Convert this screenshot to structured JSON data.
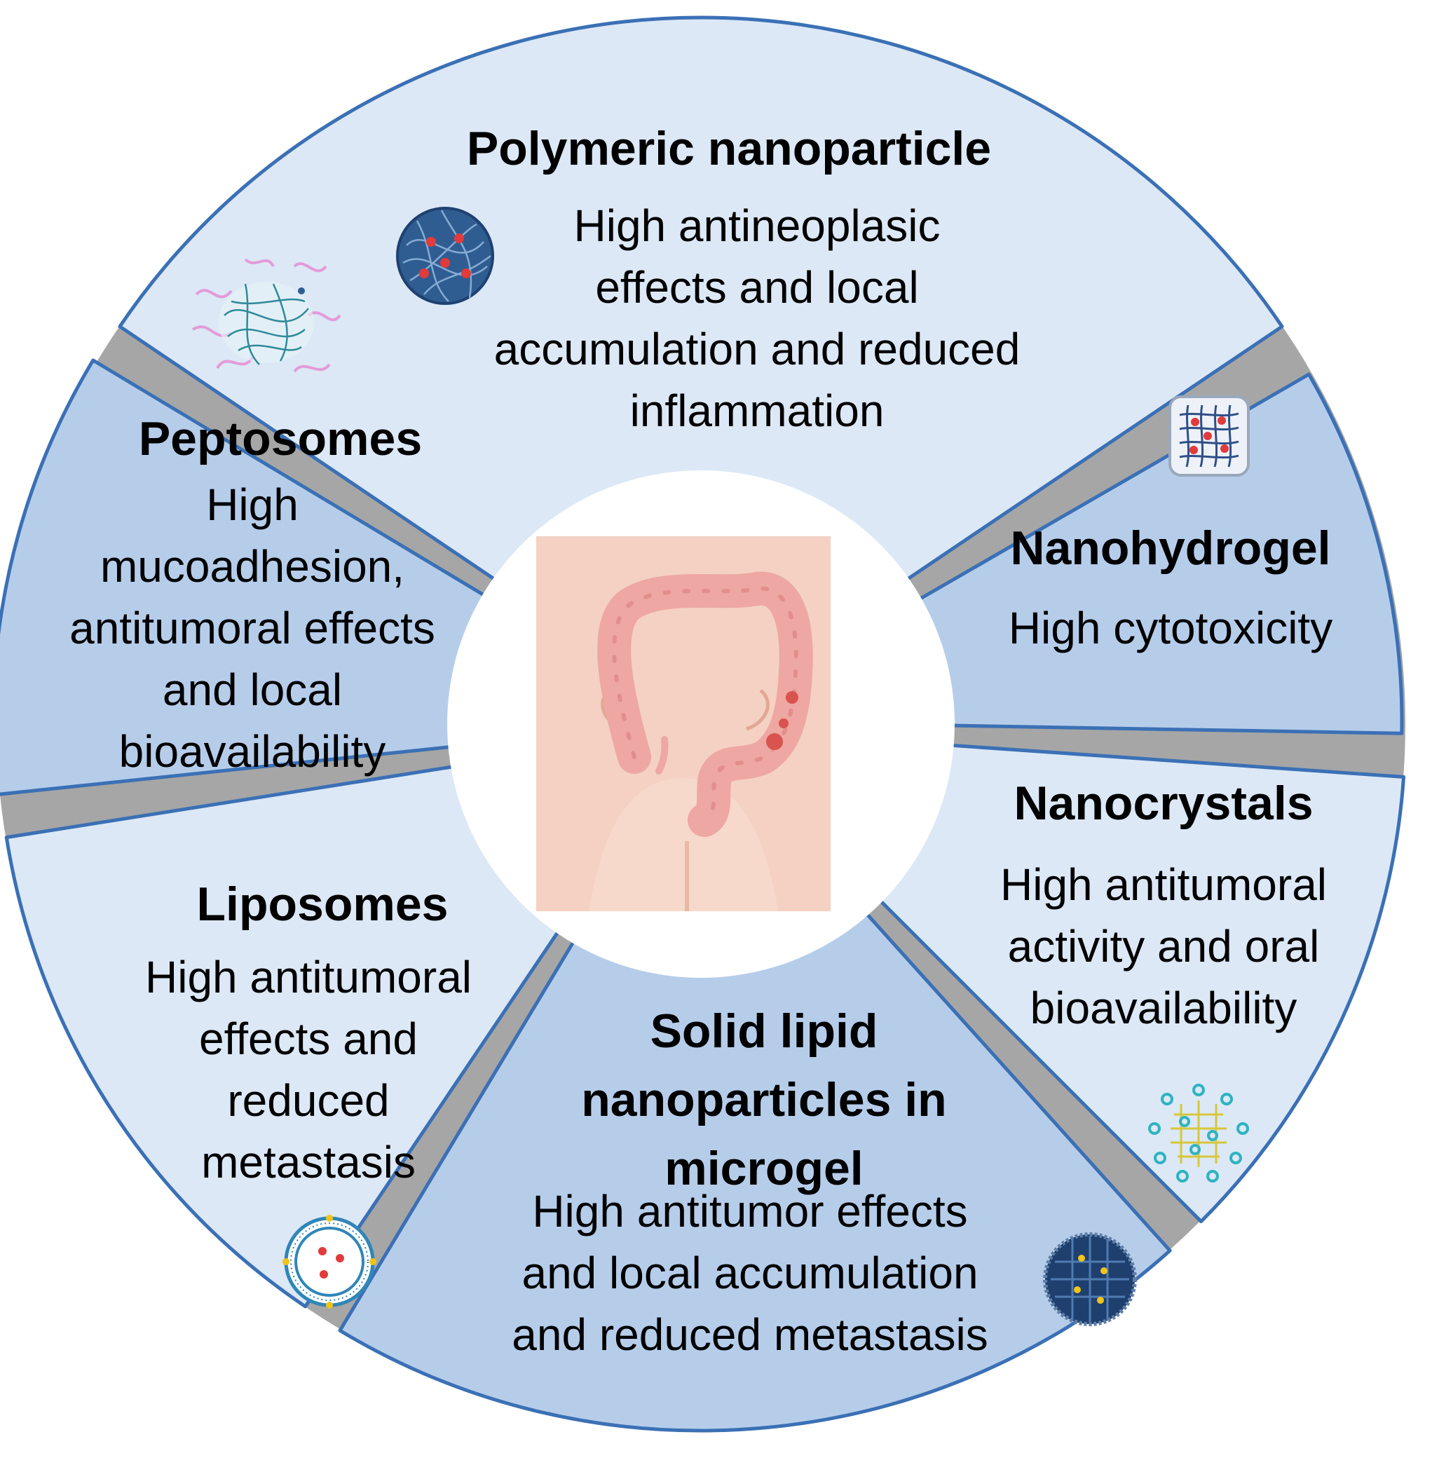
{
  "colors": {
    "light": "#dce8f6",
    "mid": "#b6cdea",
    "outline": "#3b70b5",
    "gap": "#a6a6a6",
    "skin": "#f7d9cc",
    "colon": "#eea7a3",
    "lesion": "#d9534f"
  },
  "sectors": [
    {
      "id": "polymeric",
      "title": "Polymeric nanoparticle",
      "description": "High antineoplasic\neffects and local\naccumulation and reduced\ninflammation",
      "shade": "light",
      "icon": "polymeric-nanoparticle-icon"
    },
    {
      "id": "nanohydrogel",
      "title": "Nanohydrogel",
      "description": "High cytotoxicity",
      "shade": "mid",
      "icon": "nanohydrogel-icon"
    },
    {
      "id": "nanocrystals",
      "title": "Nanocrystals",
      "description": "High antitumoral\nactivity and oral\nbioavailability",
      "shade": "light",
      "icon": "nanocrystal-icon"
    },
    {
      "id": "sln",
      "title": "Solid lipid\nnanoparticles in\nmicrogel",
      "description": "High antitumor effects\nand local accumulation\nand reduced metastasis",
      "shade": "mid",
      "icon": "solid-lipid-nanoparticle-icon"
    },
    {
      "id": "liposomes",
      "title": "Liposomes",
      "description": "High antitumoral\neffects and\nreduced\nmetastasis",
      "shade": "light",
      "icon": "liposome-icon"
    },
    {
      "id": "peptosomes",
      "title": "Peptosomes",
      "description": "High\nmucoadhesion,\nantitumoral effects\nand local\nbioavailability",
      "shade": "mid",
      "icon": "peptosome-icon"
    }
  ],
  "center": {
    "icon": "colon-anatomy-icon"
  }
}
